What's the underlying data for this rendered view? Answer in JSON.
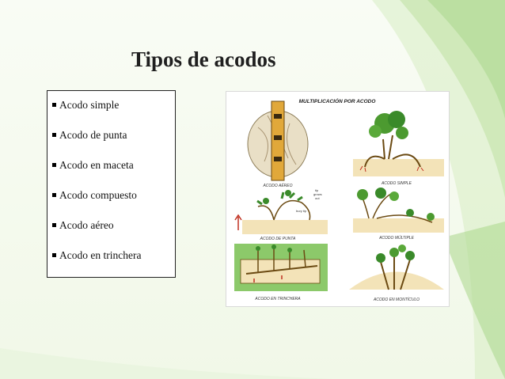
{
  "slide": {
    "title": "Tipos de acodos",
    "items": [
      "Acodo simple",
      "Acodo de punta",
      "Acodo en maceta",
      "Acodo compuesto",
      "Acodo aéreo",
      "Acodo en trinchera"
    ]
  },
  "figure": {
    "header": "MULTIPLICACIÓN POR ACODO",
    "captions": {
      "aereo": "ACODO AÉREO",
      "simple": "ACODO SIMPLE",
      "punta": "ACODO DE PUNTA",
      "multiple": "ACODO MÚLTIPLE",
      "trinchera": "ACODO EN TRINCHERA",
      "monticulo": "ACODO EN MONTÍCULO"
    },
    "tip_note_1": "tip",
    "tip_note_2": "grows",
    "tip_note_3": "out",
    "bury_note": "bury tip"
  },
  "colors": {
    "accent_green": "#8cc96a",
    "soil": "#f3e3b8",
    "leaf": "#3a8a2a"
  }
}
